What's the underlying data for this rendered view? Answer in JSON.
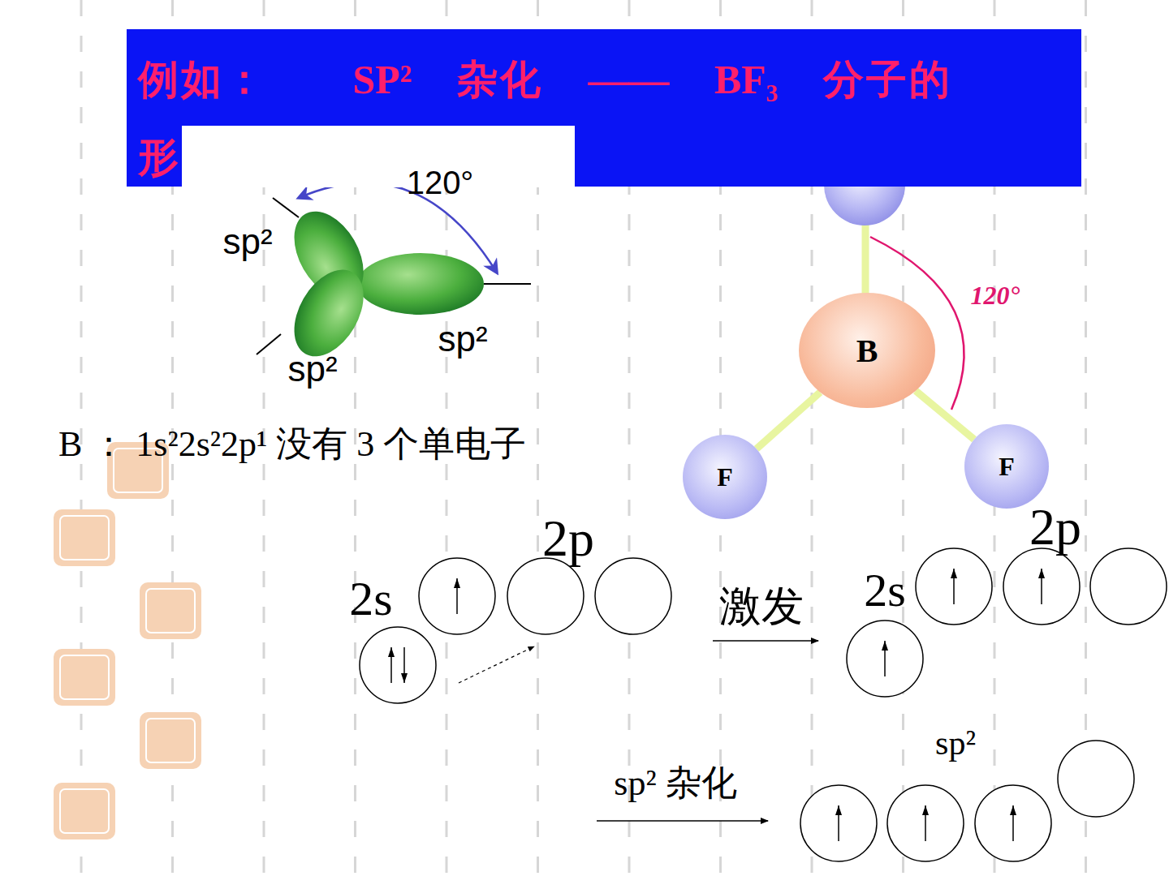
{
  "diagram": {
    "title": "例如：　　SP² 杂化 —— BF₃ 分子的形",
    "nodes": [
      {
        "text": [
          "B"
        ]
      },
      {
        "text": [
          "F"
        ]
      },
      {
        "text": [
          "F"
        ]
      }
    ],
    "edges": [
      {
        "from": 0,
        "to": 1,
        "arrow": "none"
      },
      {
        "from": 0,
        "to": 2,
        "arrow": "none"
      }
    ],
    "labels": [
      "120°",
      "sp²",
      "sp²",
      "sp²",
      "120°",
      "B ：  1s²2s²2p¹ 没有 3 个单电子",
      "2p",
      "2s",
      "激发",
      "2s",
      "2p",
      "sp²",
      "sp² 杂化"
    ]
  }
}
